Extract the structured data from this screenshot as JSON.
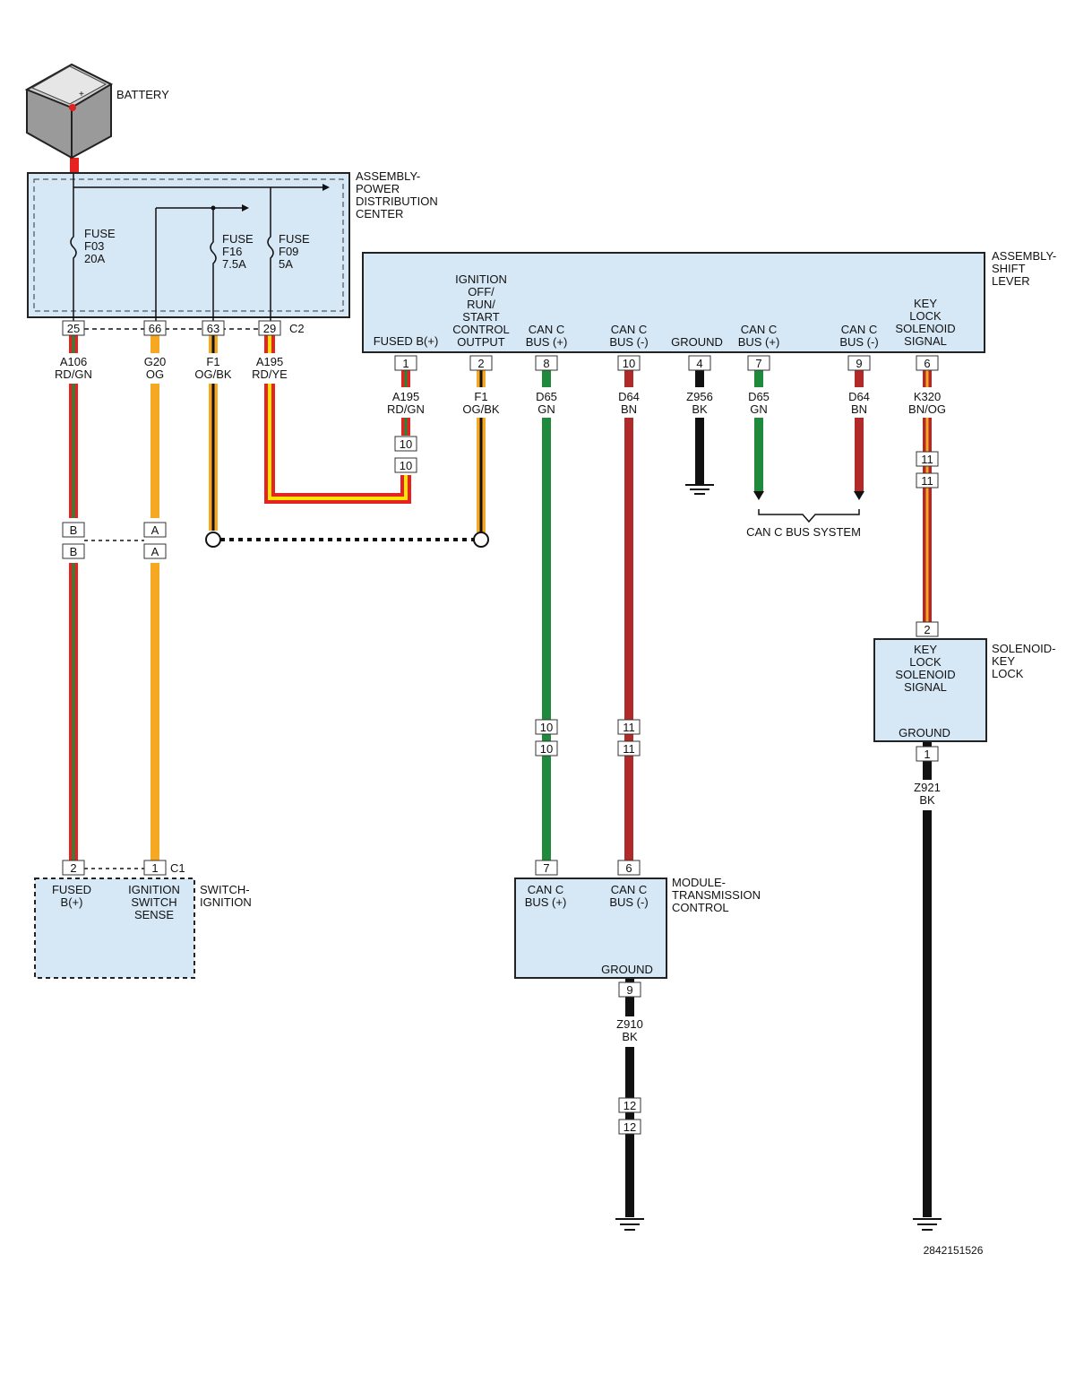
{
  "components": {
    "battery": "BATTERY",
    "pdc": [
      "ASSEMBLY-",
      "POWER",
      "DISTRIBUTION",
      "CENTER"
    ],
    "shift_lever": [
      "ASSEMBLY-",
      "SHIFT",
      "LEVER"
    ],
    "solenoid": [
      "SOLENOID-",
      "KEY",
      "LOCK"
    ],
    "switch": [
      "SWITCH-",
      "IGNITION"
    ],
    "tcm": [
      "MODULE-",
      "TRANSMISSION",
      "CONTROL"
    ]
  },
  "fuses": [
    {
      "lines": [
        "FUSE",
        "F03",
        "20A"
      ]
    },
    {
      "lines": [
        "FUSE",
        "F16",
        "7.5A"
      ]
    },
    {
      "lines": [
        "FUSE",
        "F09",
        "5A"
      ]
    }
  ],
  "pdc_connector": {
    "name": "C2",
    "pins": [
      "25",
      "66",
      "63",
      "29"
    ]
  },
  "pdc_wires": [
    {
      "circuit": "A106",
      "color": "RD/GN"
    },
    {
      "circuit": "G20",
      "color": "OG"
    },
    {
      "circuit": "F1",
      "color": "OG/BK"
    },
    {
      "circuit": "A195",
      "color": "RD/YE"
    }
  ],
  "inline_connector_ab": [
    "B",
    "A"
  ],
  "switch_connector": {
    "name": "C1",
    "pins": [
      "2",
      "1"
    ]
  },
  "switch_pins": [
    {
      "lines": [
        "FUSED",
        "B(+)"
      ]
    },
    {
      "lines": [
        "IGNITION",
        "SWITCH",
        "SENSE"
      ]
    }
  ],
  "shift_lever_pins": [
    {
      "pin": "1",
      "lines": [
        "FUSED B(+)"
      ],
      "circuit": "A195",
      "color": "RD/GN"
    },
    {
      "pin": "2",
      "lines": [
        "IGNITION",
        "OFF/",
        "RUN/",
        "START",
        "CONTROL",
        "OUTPUT"
      ],
      "circuit": "F1",
      "color": "OG/BK"
    },
    {
      "pin": "8",
      "lines": [
        "CAN C",
        "BUS (+)"
      ],
      "circuit": "D65",
      "color": "GN"
    },
    {
      "pin": "10",
      "lines": [
        "CAN C",
        "BUS (-)"
      ],
      "circuit": "D64",
      "color": "BN"
    },
    {
      "pin": "4",
      "lines": [
        "GROUND"
      ],
      "circuit": "Z956",
      "color": "BK"
    },
    {
      "pin": "7",
      "lines": [
        "CAN C",
        "BUS (+)"
      ],
      "circuit": "D65",
      "color": "GN"
    },
    {
      "pin": "9",
      "lines": [
        "CAN C",
        "BUS (-)"
      ],
      "circuit": "D64",
      "color": "BN"
    },
    {
      "pin": "6",
      "lines": [
        "KEY",
        "LOCK",
        "SOLENOID",
        "SIGNAL"
      ],
      "circuit": "K320",
      "color": "BN/OG"
    }
  ],
  "splice_a195": [
    "10",
    "10"
  ],
  "splice_k320": [
    "11",
    "11"
  ],
  "splice_d65": [
    "10",
    "10"
  ],
  "splice_d64": [
    "11",
    "11"
  ],
  "splice_z910": [
    "12",
    "12"
  ],
  "can_bus_label": "CAN C BUS SYSTEM",
  "tcm_pins": [
    {
      "pin": "7",
      "lines": [
        "CAN C",
        "BUS (+)"
      ]
    },
    {
      "pin": "6",
      "lines": [
        "CAN C",
        "BUS (-)"
      ]
    }
  ],
  "tcm_ground": {
    "label": "GROUND",
    "pin": "9",
    "circuit": "Z910",
    "color": "BK"
  },
  "solenoid_pin_top": {
    "pin": "2",
    "lines": [
      "KEY",
      "LOCK",
      "SOLENOID",
      "SIGNAL"
    ]
  },
  "solenoid_ground": {
    "label": "GROUND",
    "pin": "1",
    "circuit": "Z921",
    "color": "BK"
  },
  "diagram_id": "2842151526",
  "wire_colors": {
    "red": "#e52421",
    "green": "#1f8a3c",
    "orange": "#f7a823",
    "yellow": "#ffe600",
    "black": "#111111",
    "brown": "#b02a2a",
    "box_fill": "#d6e7f5"
  }
}
